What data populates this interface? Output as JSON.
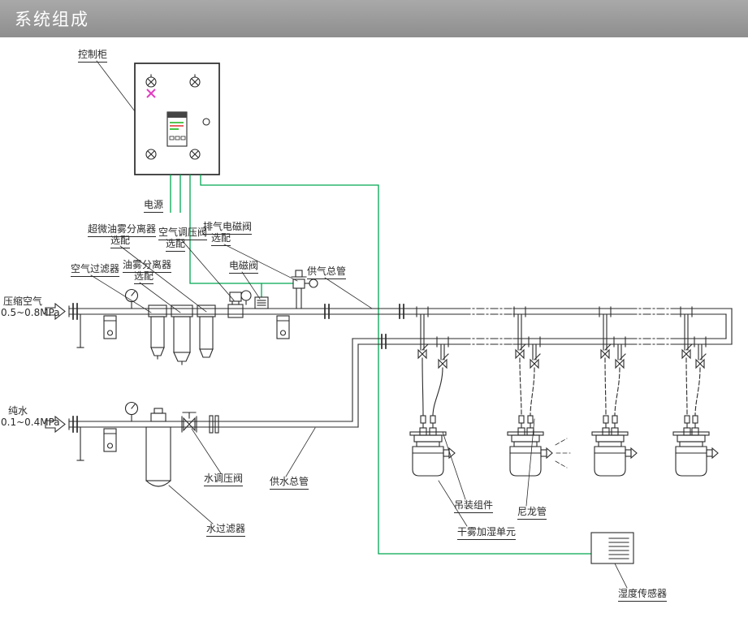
{
  "header": {
    "title": "系统组成"
  },
  "colors": {
    "header_bg_top": "#a9a9a9",
    "header_bg_bottom": "#8e8e8e",
    "diagram_line": "#2a2a2a",
    "control_wire": "#00a651",
    "indicator_magenta": "#e23ec0",
    "display_green": "#18b418",
    "display_red": "#e03030"
  },
  "labels": {
    "control_cabinet": "控制柜",
    "power": "电源",
    "ultra_fine_oil_separator": "超微油雾分离器",
    "ultra_fine_optional": "选配",
    "air_regulator": "空气调压阀",
    "air_regulator_optional": "选配",
    "exhaust_solenoid": "排气电磁阀",
    "exhaust_solenoid_optional": "选配",
    "air_filter": "空气过滤器",
    "oil_mist_separator": "油雾分离器",
    "oil_mist_optional": "选配",
    "solenoid_valve": "电磁阀",
    "air_supply_main": "供气总管",
    "compressed_air": "压缩空气",
    "compressed_air_pressure": "0.5~0.8MPa",
    "pure_water": "纯水",
    "pure_water_pressure": "0.1~0.4MPa",
    "water_regulator": "水调压阀",
    "water_supply_main": "供水总管",
    "water_filter": "水过滤器",
    "hanging_assembly": "吊装组件",
    "nylon_tube": "尼龙管",
    "dry_fog_unit": "干雾加湿单元",
    "humidity_sensor": "湿度传感器"
  }
}
